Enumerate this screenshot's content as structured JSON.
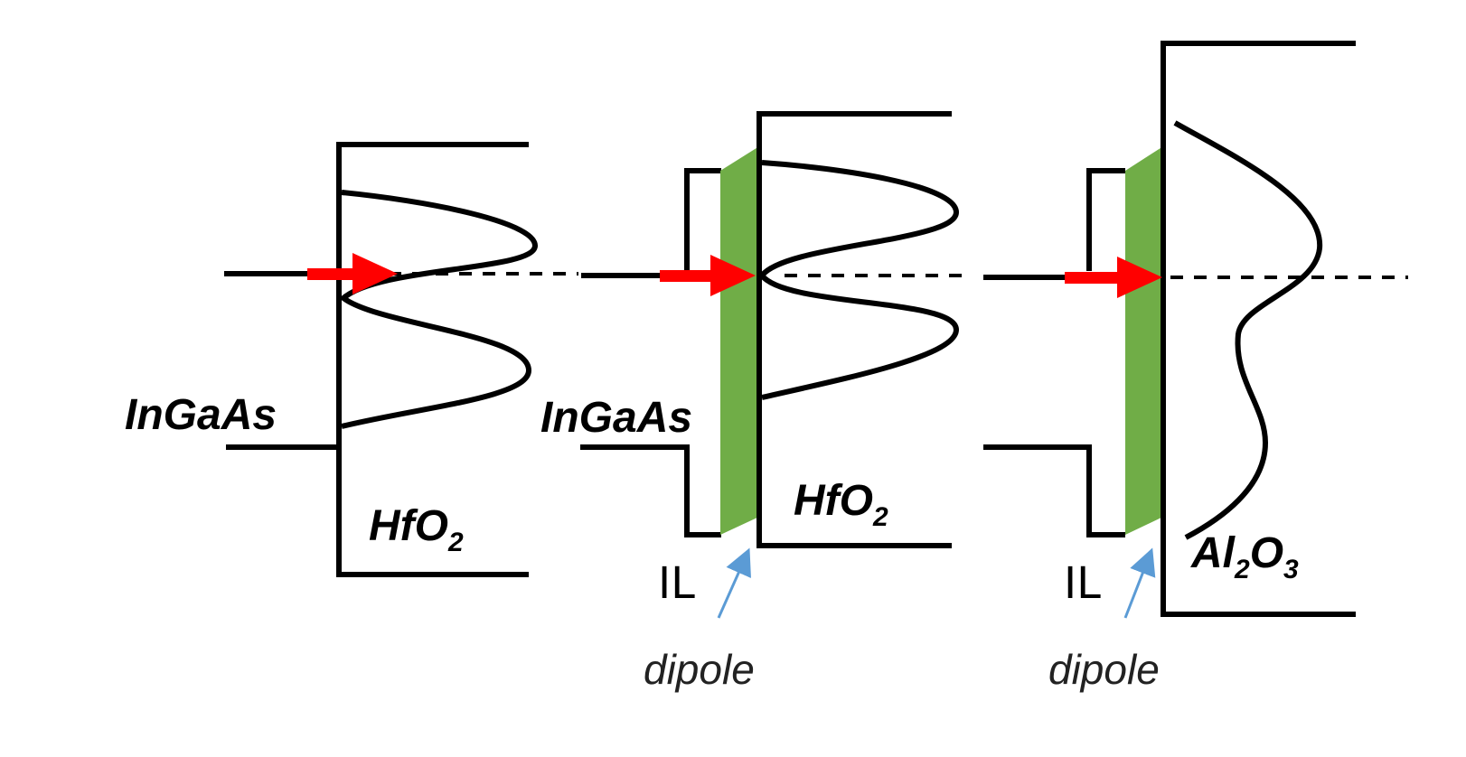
{
  "panels": [
    {
      "semiconductor_label": "InGaAs",
      "oxide_label": "HfO",
      "oxide_subscript": "2"
    },
    {
      "semiconductor_label": "InGaAs",
      "oxide_label": "HfO",
      "oxide_subscript": "2",
      "interlayer_label": "IL",
      "dipole_label": "dipole"
    },
    {
      "oxide_label_parts": [
        "Al",
        "2",
        "O",
        "3"
      ],
      "interlayer_label": "IL",
      "dipole_label": "dipole"
    }
  ],
  "colors": {
    "arrow": "#ff0000",
    "dipole_layer": "#70ad47",
    "dipole_pointer": "#5b9bd5",
    "lines": "#000000"
  }
}
